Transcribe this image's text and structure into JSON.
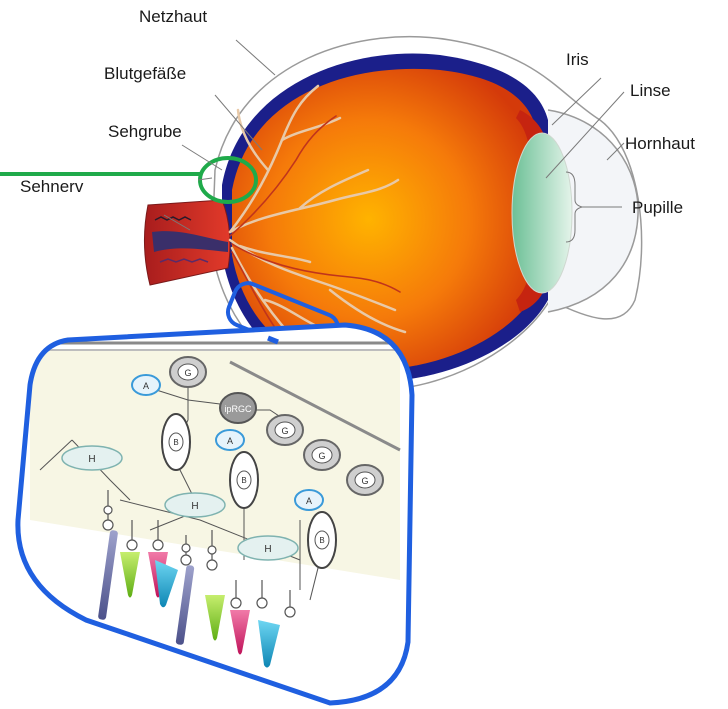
{
  "labels": {
    "netzhaut": "Netzhaut",
    "blutgefaesse": "Blutgefäße",
    "sehgrube": "Sehgrube",
    "sehnerv": "Sehnerv",
    "iris": "Iris",
    "linse": "Linse",
    "hornhaut": "Hornhaut",
    "pupille": "Pupille"
  },
  "retina_cells": {
    "amacrine": "A",
    "ganglion": "G",
    "bipolar": "B",
    "horizontal": "H",
    "iprgc": "ipRGC"
  },
  "colors": {
    "eyeball": "#f25c05",
    "sclera_edge": "#1b1f8a",
    "lens": "#a8dcc0",
    "optic_highlight": "#1faa4a",
    "inset_frame": "#1f5fe0",
    "inset_bg": "#f7f6e4",
    "cone_green": "#7fcc2a",
    "cone_magenta": "#d81b6a",
    "cone_cyan": "#1aa4d0",
    "rod": "#6a6fa8"
  }
}
